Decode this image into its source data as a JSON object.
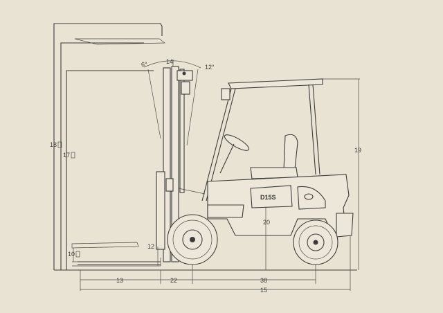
{
  "diagram": {
    "model_label": "D15S",
    "dimensions": {
      "tilt_back_angle": "12°",
      "tilt_forward_angle": "6°",
      "mast_tilt_span": "14",
      "max_fork_height": "18",
      "free_lift_height": "17",
      "overall_height": "19",
      "fork_thickness": "12",
      "min_fork_height": "10",
      "ground_clearance": "20",
      "fork_length": "13",
      "front_overhang": "22",
      "wheelbase": "38",
      "overall_length": "15"
    }
  },
  "colors": {
    "background": "#e8e3d3",
    "line": "#3b3b3b"
  }
}
